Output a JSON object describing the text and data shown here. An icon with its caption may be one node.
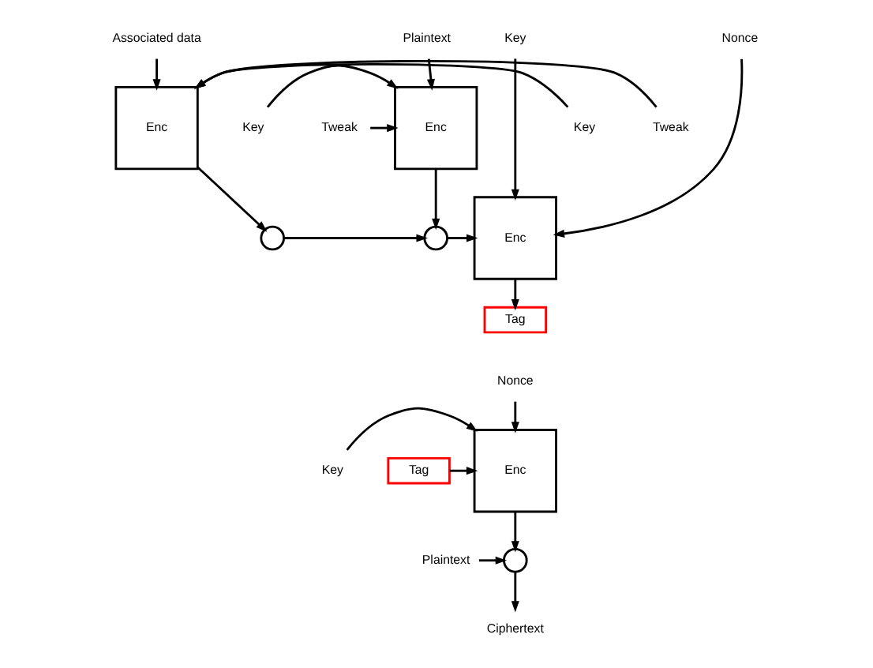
{
  "diagram": {
    "nodes": [
      {
        "text": [
          "Associated data"
        ]
      },
      {
        "text": [
          "Key"
        ]
      },
      {
        "text": [
          "Tweak"
        ]
      },
      {
        "text": [
          "Enc"
        ]
      },
      {
        "text": [
          "Plaintext"
        ]
      },
      {
        "text": [
          "Key"
        ]
      },
      {
        "text": [
          "Tweak"
        ]
      },
      {
        "text": [
          "Enc"
        ]
      },
      {
        "text": [
          "Key"
        ]
      },
      {
        "text": [
          "Nonce"
        ]
      },
      {
        "text": [
          "Enc"
        ]
      },
      {
        "text": [],
        "shape": "circle"
      },
      {
        "text": [],
        "shape": "circle"
      },
      {
        "text": [
          "Tag"
        ]
      },
      {
        "text": [
          "Nonce"
        ]
      },
      {
        "text": [
          "Key"
        ]
      },
      {
        "text": [
          "Tag"
        ]
      },
      {
        "text": [
          "Enc"
        ]
      },
      {
        "text": [
          "Plaintext"
        ]
      },
      {
        "text": [],
        "shape": "circle"
      },
      {
        "text": [
          "Ciphertext"
        ]
      }
    ],
    "edges": [
      {
        "from": 0,
        "to": 3,
        "arrow": "to"
      },
      {
        "from": 1,
        "to": 3,
        "arrow": "to"
      },
      {
        "from": 2,
        "to": 3,
        "arrow": "to"
      },
      {
        "from": 3,
        "to": 11,
        "arrow": "to"
      },
      {
        "from": 4,
        "to": 7,
        "arrow": "to"
      },
      {
        "from": 5,
        "to": 7,
        "arrow": "to"
      },
      {
        "from": 6,
        "to": 7,
        "arrow": "to"
      },
      {
        "from": 7,
        "to": 12,
        "arrow": "to"
      },
      {
        "from": 11,
        "to": 12,
        "arrow": "to"
      },
      {
        "from": 12,
        "to": 10,
        "arrow": "to"
      },
      {
        "from": 8,
        "to": 10,
        "arrow": "to"
      },
      {
        "from": 9,
        "to": 10,
        "arrow": "to"
      },
      {
        "from": 10,
        "to": 13,
        "arrow": "to"
      },
      {
        "from": 14,
        "to": 17,
        "arrow": "to"
      },
      {
        "from": 15,
        "to": 17,
        "arrow": "to"
      },
      {
        "from": 16,
        "to": 17,
        "arrow": "to"
      },
      {
        "from": 17,
        "to": 19,
        "arrow": "to"
      },
      {
        "from": 18,
        "to": 19,
        "arrow": "to"
      },
      {
        "from": 19,
        "to": 20,
        "arrow": "to"
      }
    ]
  }
}
